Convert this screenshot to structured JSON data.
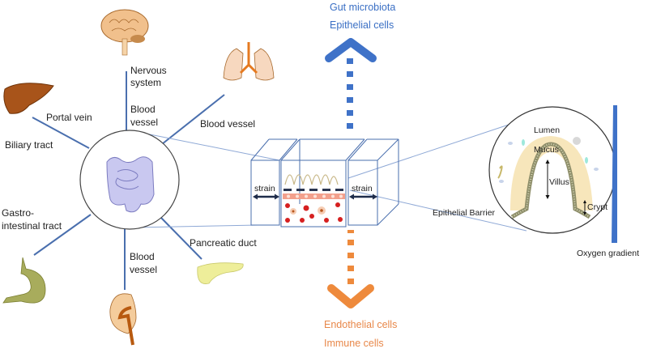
{
  "colors": {
    "connector": "#4a6fae",
    "arrow_up": "#3f72c8",
    "arrow_down": "#ee8a3c",
    "text": "#222222",
    "mucus": "#f7e6bb",
    "intestine": "#c9c8f0",
    "cell_red": "#d62020"
  },
  "top": {
    "line1": "Gut microbiota",
    "line2": "Epithelial cells"
  },
  "bottom": {
    "line1": "Endothelial cells",
    "line2": "Immune cells"
  },
  "organs": {
    "brain": {
      "icon": "brain-icon",
      "label_line1": "Nervous",
      "label_line2": "system",
      "connector_line1": "Blood",
      "connector_line2": "vessel"
    },
    "liver": {
      "icon": "liver-icon",
      "connector": "Portal vein",
      "connector2": "Biliary tract"
    },
    "lungs": {
      "icon": "lungs-icon",
      "connector": "Blood vessel"
    },
    "stomach": {
      "icon": "stomach-icon",
      "connector_line1": "Gastro-",
      "connector_line2": "intestinal  tract"
    },
    "kidney": {
      "icon": "kidney-icon",
      "connector_line1": "Blood",
      "connector_line2": "vessel"
    },
    "pancreas": {
      "icon": "pancreas-icon",
      "connector": "Pancreatic duct"
    },
    "intestine": {
      "icon": "intestine-icon"
    }
  },
  "chip": {
    "strain_left": "strain",
    "strain_right": "strain"
  },
  "villus": {
    "lumen": "Lumen",
    "mucus": "Mucus",
    "villus": "Villus",
    "crypt": "Crypt",
    "barrier": "Epithelial Barrier"
  },
  "oxygen": {
    "label": "Oxygen gradient"
  }
}
